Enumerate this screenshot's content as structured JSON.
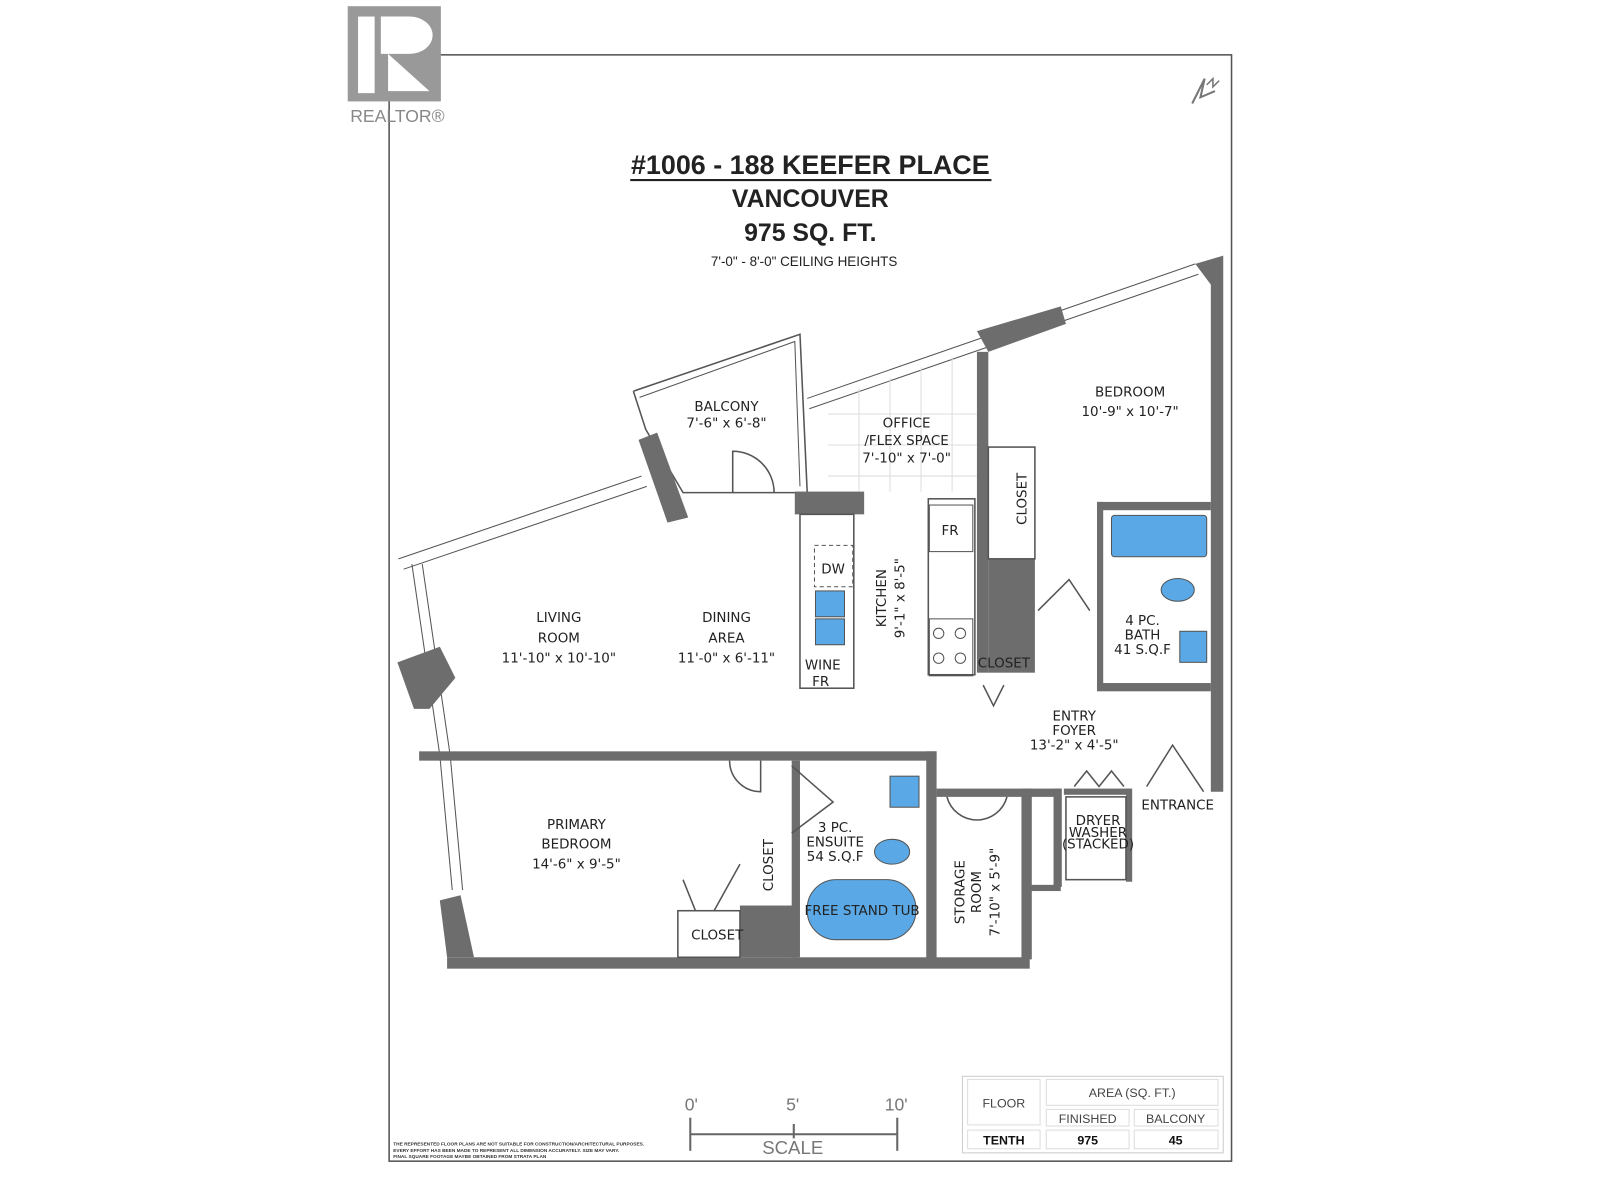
{
  "logo": {
    "text": "REALTOR®"
  },
  "title": {
    "address": "#1006 - 188 KEEFER PLACE",
    "city": "VANCOUVER",
    "area": "975 SQ. FT.",
    "ceiling": "7'-0\" - 8'-0\" CEILING HEIGHTS"
  },
  "rooms": {
    "balcony": {
      "name": "BALCONY",
      "dim": "7'-6\" x 6'-8\""
    },
    "office": {
      "name1": "OFFICE",
      "name2": "/FLEX SPACE",
      "dim": "7'-10\" x 7'-0\""
    },
    "bedroom": {
      "name": "BEDROOM",
      "dim": "10'-9\" x 10'-7\""
    },
    "closet_bedroom": "CLOSET",
    "fridge": "FR",
    "dishwasher": "DW",
    "kitchen": "KITCHEN",
    "kitchen_dim": "9'-1\" x 8'-5\"",
    "living": {
      "name1": "LIVING",
      "name2": "ROOM",
      "dim": "11'-10\" x 10'-10\""
    },
    "dining": {
      "name1": "DINING",
      "name2": "AREA",
      "dim": "11'-0\" x 6'-11\""
    },
    "wine": {
      "l1": "WINE",
      "l2": "FR"
    },
    "closet_entry": "CLOSET",
    "bath": {
      "l1": "4 PC.",
      "l2": "BATH",
      "l3": "41 S.Q.F"
    },
    "foyer": {
      "l1": "ENTRY",
      "l2": "FOYER",
      "dim": "13'-2\" x 4'-5\""
    },
    "entrance": "ENTRANCE",
    "laundry": {
      "l1": "DRYER",
      "l2": "WASHER",
      "l3": "(STACKED)"
    },
    "primary": {
      "name1": "PRIMARY",
      "name2": "BEDROOM",
      "dim": "14'-6\" x 9'-5\""
    },
    "ensuite": {
      "l1": "3 PC.",
      "l2": "ENSUITE",
      "l3": "54 S.Q.F"
    },
    "closet_primary_1": "CLOSET",
    "closet_primary_2": "CLOSET",
    "tub": "FREE STAND TUB",
    "storage": {
      "name": "STORAGE",
      "name2": "ROOM",
      "dim": "7'-10\" x 5'-9\""
    }
  },
  "scale": {
    "t0": "0'",
    "t5": "5'",
    "t10": "10'",
    "label": "SCALE"
  },
  "area_table": {
    "floor_h": "FLOOR",
    "area_h": "AREA (SQ. FT.)",
    "finished_h": "FINISHED",
    "balcony_h": "BALCONY",
    "floor": "TENTH",
    "finished": "975",
    "balcony": "45"
  },
  "disclaimer": [
    "THE REPRESENTED FLOOR PLANS ARE NOT SUITABLE FOR CONSTRUCTION/ARCHITECTURAL PURPOSES.",
    "EVERY EFFORT HAS BEEN MADE TO REPRESENT ALL DIMENSION ACCURATELY. SIZE MAY VARY.",
    "FINAL SQUARE FOOTAGE MAYBE OBTAINED FROM STRATA PLAN"
  ]
}
